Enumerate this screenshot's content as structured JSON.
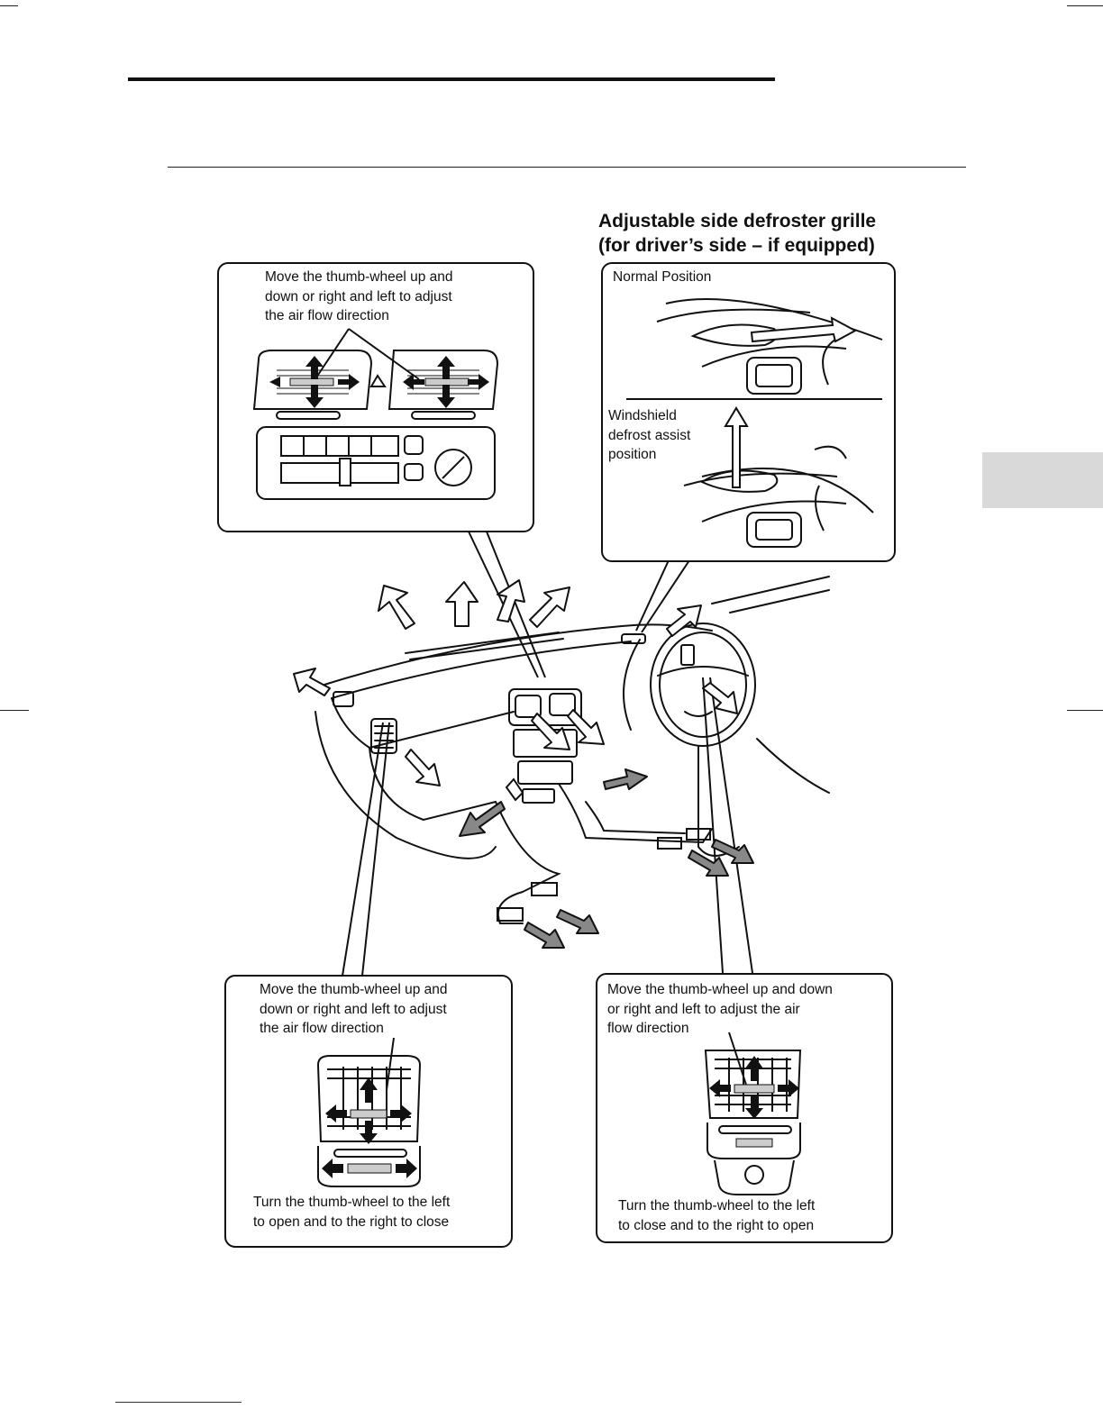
{
  "heading": {
    "line1": "Adjustable side defroster grille",
    "line2": "(for driver’s side – if equipped)"
  },
  "center_panel": {
    "caption_lines": [
      "Move the thumb-wheel up and",
      "down or right and left to adjust",
      "the air flow direction"
    ]
  },
  "defroster_panel": {
    "normal_label": "Normal Position",
    "windshield_lines": [
      "Windshield",
      "defrost assist",
      "position"
    ]
  },
  "left_panel": {
    "caption_lines": [
      "Move the thumb-wheel up and",
      "down or right and left to adjust",
      "the air flow direction"
    ],
    "bottom_lines": [
      "Turn the thumb-wheel to the left",
      "to open and to the right to close"
    ]
  },
  "right_panel": {
    "caption_lines": [
      "Move the thumb-wheel up and down",
      "or right and left to adjust the air",
      "flow direction"
    ],
    "bottom_lines": [
      "Turn the thumb-wheel to the left",
      "to close and to the right to open"
    ]
  },
  "colors": {
    "ink": "#111111",
    "tab": "#d9d9d9"
  }
}
